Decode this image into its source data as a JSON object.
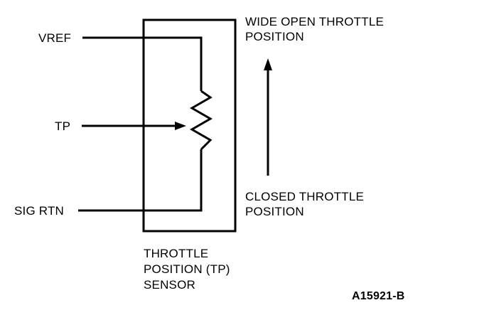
{
  "pins": {
    "vref": "VREF",
    "tp": "TP",
    "sig_rtn": "SIG RTN"
  },
  "direction": {
    "top_line1": "WIDE OPEN THROTTLE",
    "top_line2": "POSITION",
    "bottom_line1": "CLOSED THROTTLE",
    "bottom_line2": "POSITION"
  },
  "sensor": {
    "line1": "THROTTLE",
    "line2": "POSITION (TP)",
    "line3": "SENSOR"
  },
  "figure_ref": "A15921-B",
  "colors": {
    "ink": "#000000",
    "paper": "#ffffff"
  }
}
